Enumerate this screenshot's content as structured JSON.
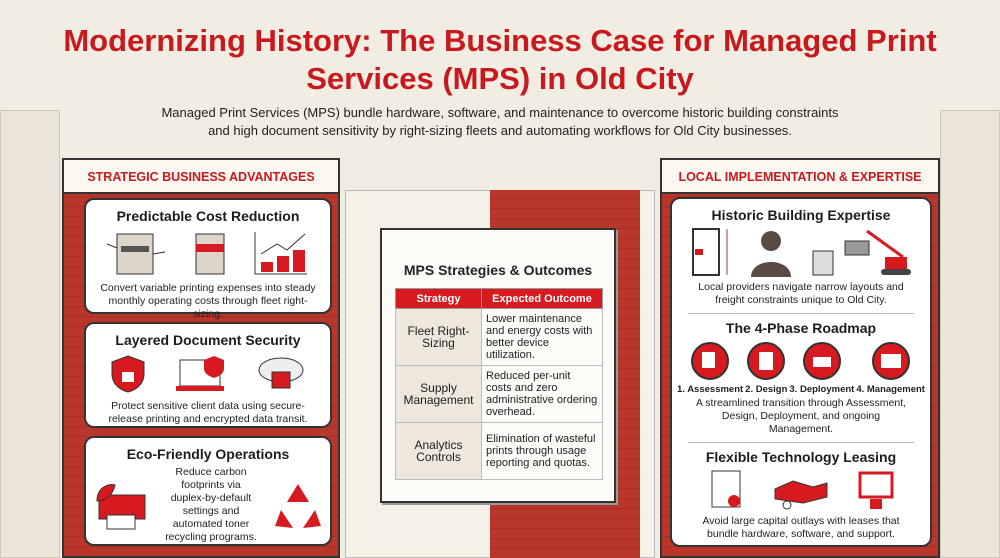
{
  "title": "Modernizing History: The Business Case for Managed Print Services (MPS) in Old City",
  "subtitle": "Managed Print Services (MPS) bundle hardware, software, and maintenance to overcome historic building constraints and high document sensitivity by right-sizing fleets and automating workflows for Old City businesses.",
  "colors": {
    "accent": "#c8191e",
    "brick": "#b9362b",
    "background": "#f2ede3"
  },
  "left": {
    "heading": "STRATEGIC BUSINESS ADVANTAGES",
    "cards": [
      {
        "title": "Predictable Cost Reduction",
        "text": "Convert variable printing expenses into steady monthly operating costs through fleet right-sizing.",
        "icons": [
          "copier-icon",
          "printer-icon",
          "cost-chart-icon"
        ]
      },
      {
        "title": "Layered Document Security",
        "text": "Protect sensitive client data using secure-release printing and encrypted data transit.",
        "icons": [
          "shield-lock-icon",
          "laptop-shield-icon",
          "cloud-lock-icon"
        ]
      },
      {
        "title": "Eco-Friendly Operations",
        "text": "Reduce carbon footprints via duplex-by-default settings and automated toner recycling programs.",
        "icons": [
          "eco-printer-icon",
          "recycle-icon"
        ]
      }
    ]
  },
  "center": {
    "title": "MPS Strategies & Outcomes",
    "headers": [
      "Strategy",
      "Expected Outcome"
    ],
    "rows": [
      [
        "Fleet Right-Sizing",
        "Lower maintenance and energy costs with better device utilization."
      ],
      [
        "Supply Management",
        "Reduced per-unit costs and zero administrative ordering overhead."
      ],
      [
        "Analytics Controls",
        "Elimination of wasteful prints through usage reporting and quotas."
      ]
    ]
  },
  "right": {
    "heading": "LOCAL IMPLEMENTATION & EXPERTISE",
    "expertise": {
      "title": "Historic Building Expertise",
      "text": "Local providers navigate narrow layouts and freight constraints unique to Old City."
    },
    "roadmap": {
      "title": "The 4-Phase Roadmap",
      "phases": [
        "1. Assessment",
        "2. Design",
        "3. Deployment",
        "4. Management"
      ],
      "text": "A streamlined transition through Assessment, Design, Deployment, and ongoing Management."
    },
    "leasing": {
      "title": "Flexible Technology Leasing",
      "text": "Avoid large capital outlays with leases that bundle hardware, software, and support."
    }
  }
}
